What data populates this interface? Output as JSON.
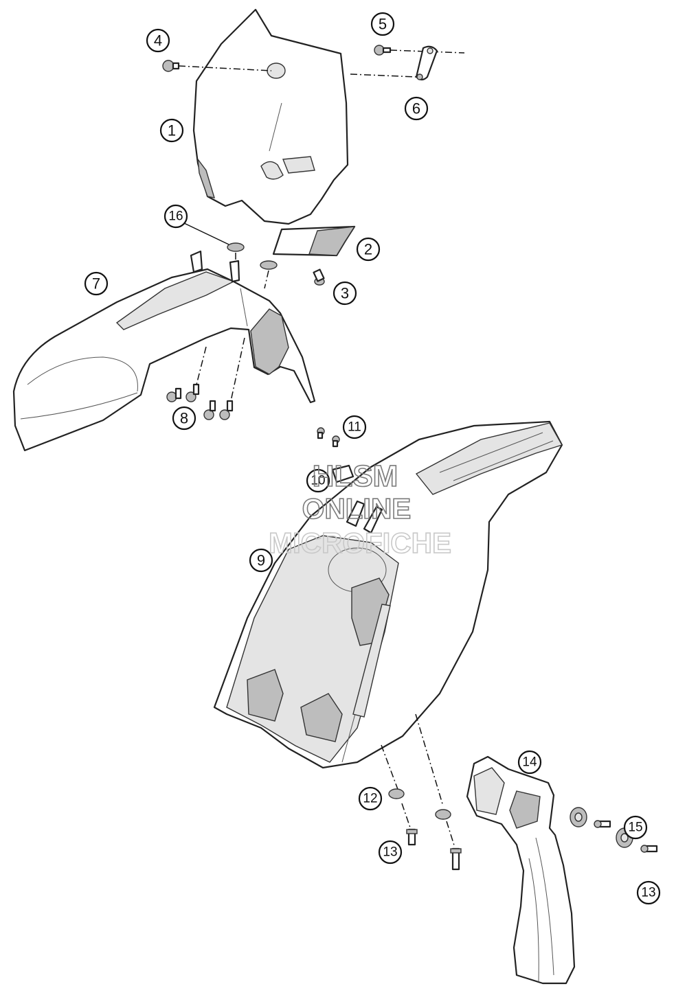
{
  "callouts": [
    {
      "id": "c1",
      "label": "1"
    },
    {
      "id": "c2",
      "label": "2"
    },
    {
      "id": "c3",
      "label": "3"
    },
    {
      "id": "c4",
      "label": "4"
    },
    {
      "id": "c5",
      "label": "5"
    },
    {
      "id": "c6",
      "label": "6"
    },
    {
      "id": "c7",
      "label": "7"
    },
    {
      "id": "c8",
      "label": "8"
    },
    {
      "id": "c9",
      "label": "9"
    },
    {
      "id": "c10",
      "label": "10"
    },
    {
      "id": "c11",
      "label": "11"
    },
    {
      "id": "c12",
      "label": "12"
    },
    {
      "id": "c13a",
      "label": "13"
    },
    {
      "id": "c13b",
      "label": "13"
    },
    {
      "id": "c14",
      "label": "14"
    },
    {
      "id": "c15",
      "label": "15"
    },
    {
      "id": "c16",
      "label": "16"
    }
  ],
  "watermark": {
    "line1": "HLSM",
    "line2": "ONLINE",
    "line3": "MICROFICHE"
  }
}
